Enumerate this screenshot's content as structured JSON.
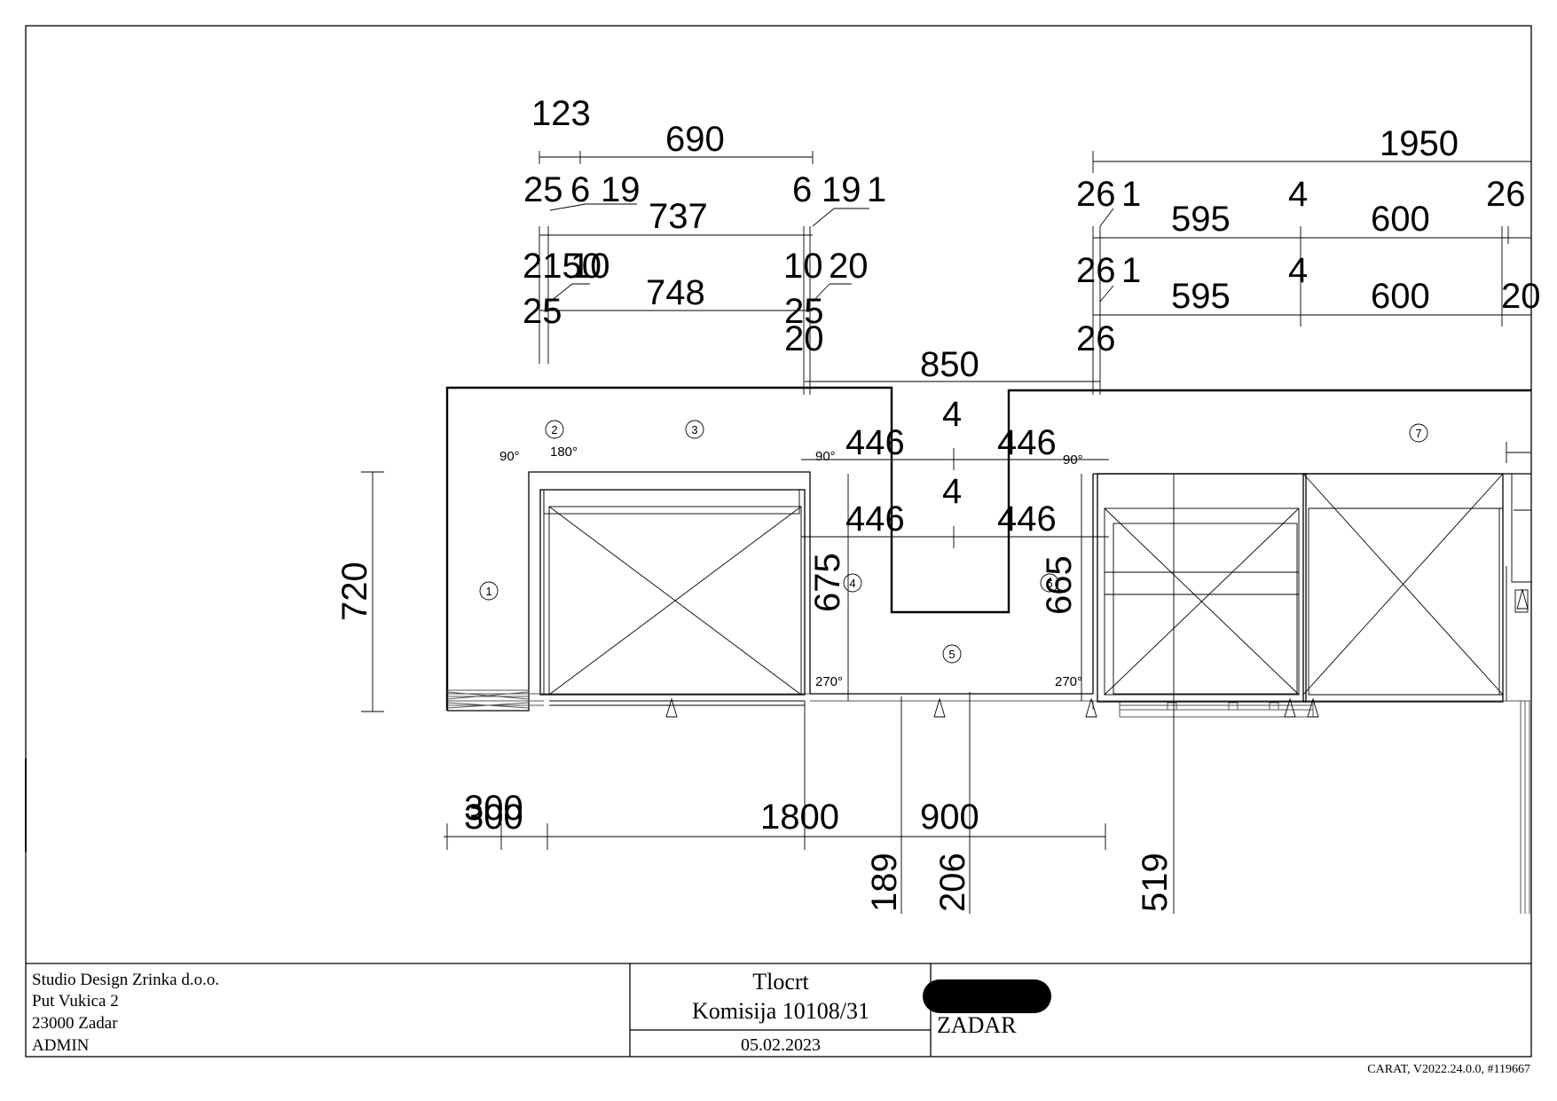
{
  "drawing": {
    "angles": {
      "a90_left": "90°",
      "a180": "180°",
      "a90_mid": "90°",
      "a90_right": "90°",
      "a270_left": "270°",
      "a270_right": "270°"
    },
    "markers": [
      "1",
      "2",
      "3",
      "4",
      "5",
      "6",
      "7"
    ],
    "dimensions": {
      "d123": "123",
      "d690": "690",
      "d25a": "25",
      "d6a": "6",
      "d19a": "19",
      "d737": "737",
      "d6b": "6",
      "d19b": "19",
      "d1a": "1",
      "d2150": "2150",
      "d10a": "10",
      "d748": "748",
      "d10b": "10",
      "d20a": "20",
      "d25b": "25",
      "d25c": "25",
      "d20b": "20",
      "d1950": "1950",
      "d26a": "26",
      "d1b": "1",
      "d4a": "4",
      "d595a": "595",
      "d600a": "600",
      "d26b": "26",
      "d26c": "26",
      "d1c": "1",
      "d4b": "4",
      "d595b": "595",
      "d600b": "600",
      "d20c": "20",
      "d26d": "26",
      "d850": "850",
      "d4c": "4",
      "d446a": "446",
      "d446b": "446",
      "d4d": "4",
      "d446c": "446",
      "d446d": "446",
      "d720": "720",
      "d675": "675",
      "d665": "665",
      "d300a": "300",
      "d300b": "300",
      "d1800": "1800",
      "d900": "900",
      "d189": "189",
      "d206": "206",
      "d519": "519"
    }
  },
  "title_block": {
    "company": "Studio Design Zrinka d.o.o.",
    "street": "Put Vukica 2",
    "city": "23000 Zadar",
    "user": "ADMIN",
    "title": "Tlocrt",
    "commission": "Komisija 10108/31",
    "date": "05.02.2023",
    "location": "ZADAR",
    "software": "CARAT,  V2022.24.0.0,  #119667"
  }
}
